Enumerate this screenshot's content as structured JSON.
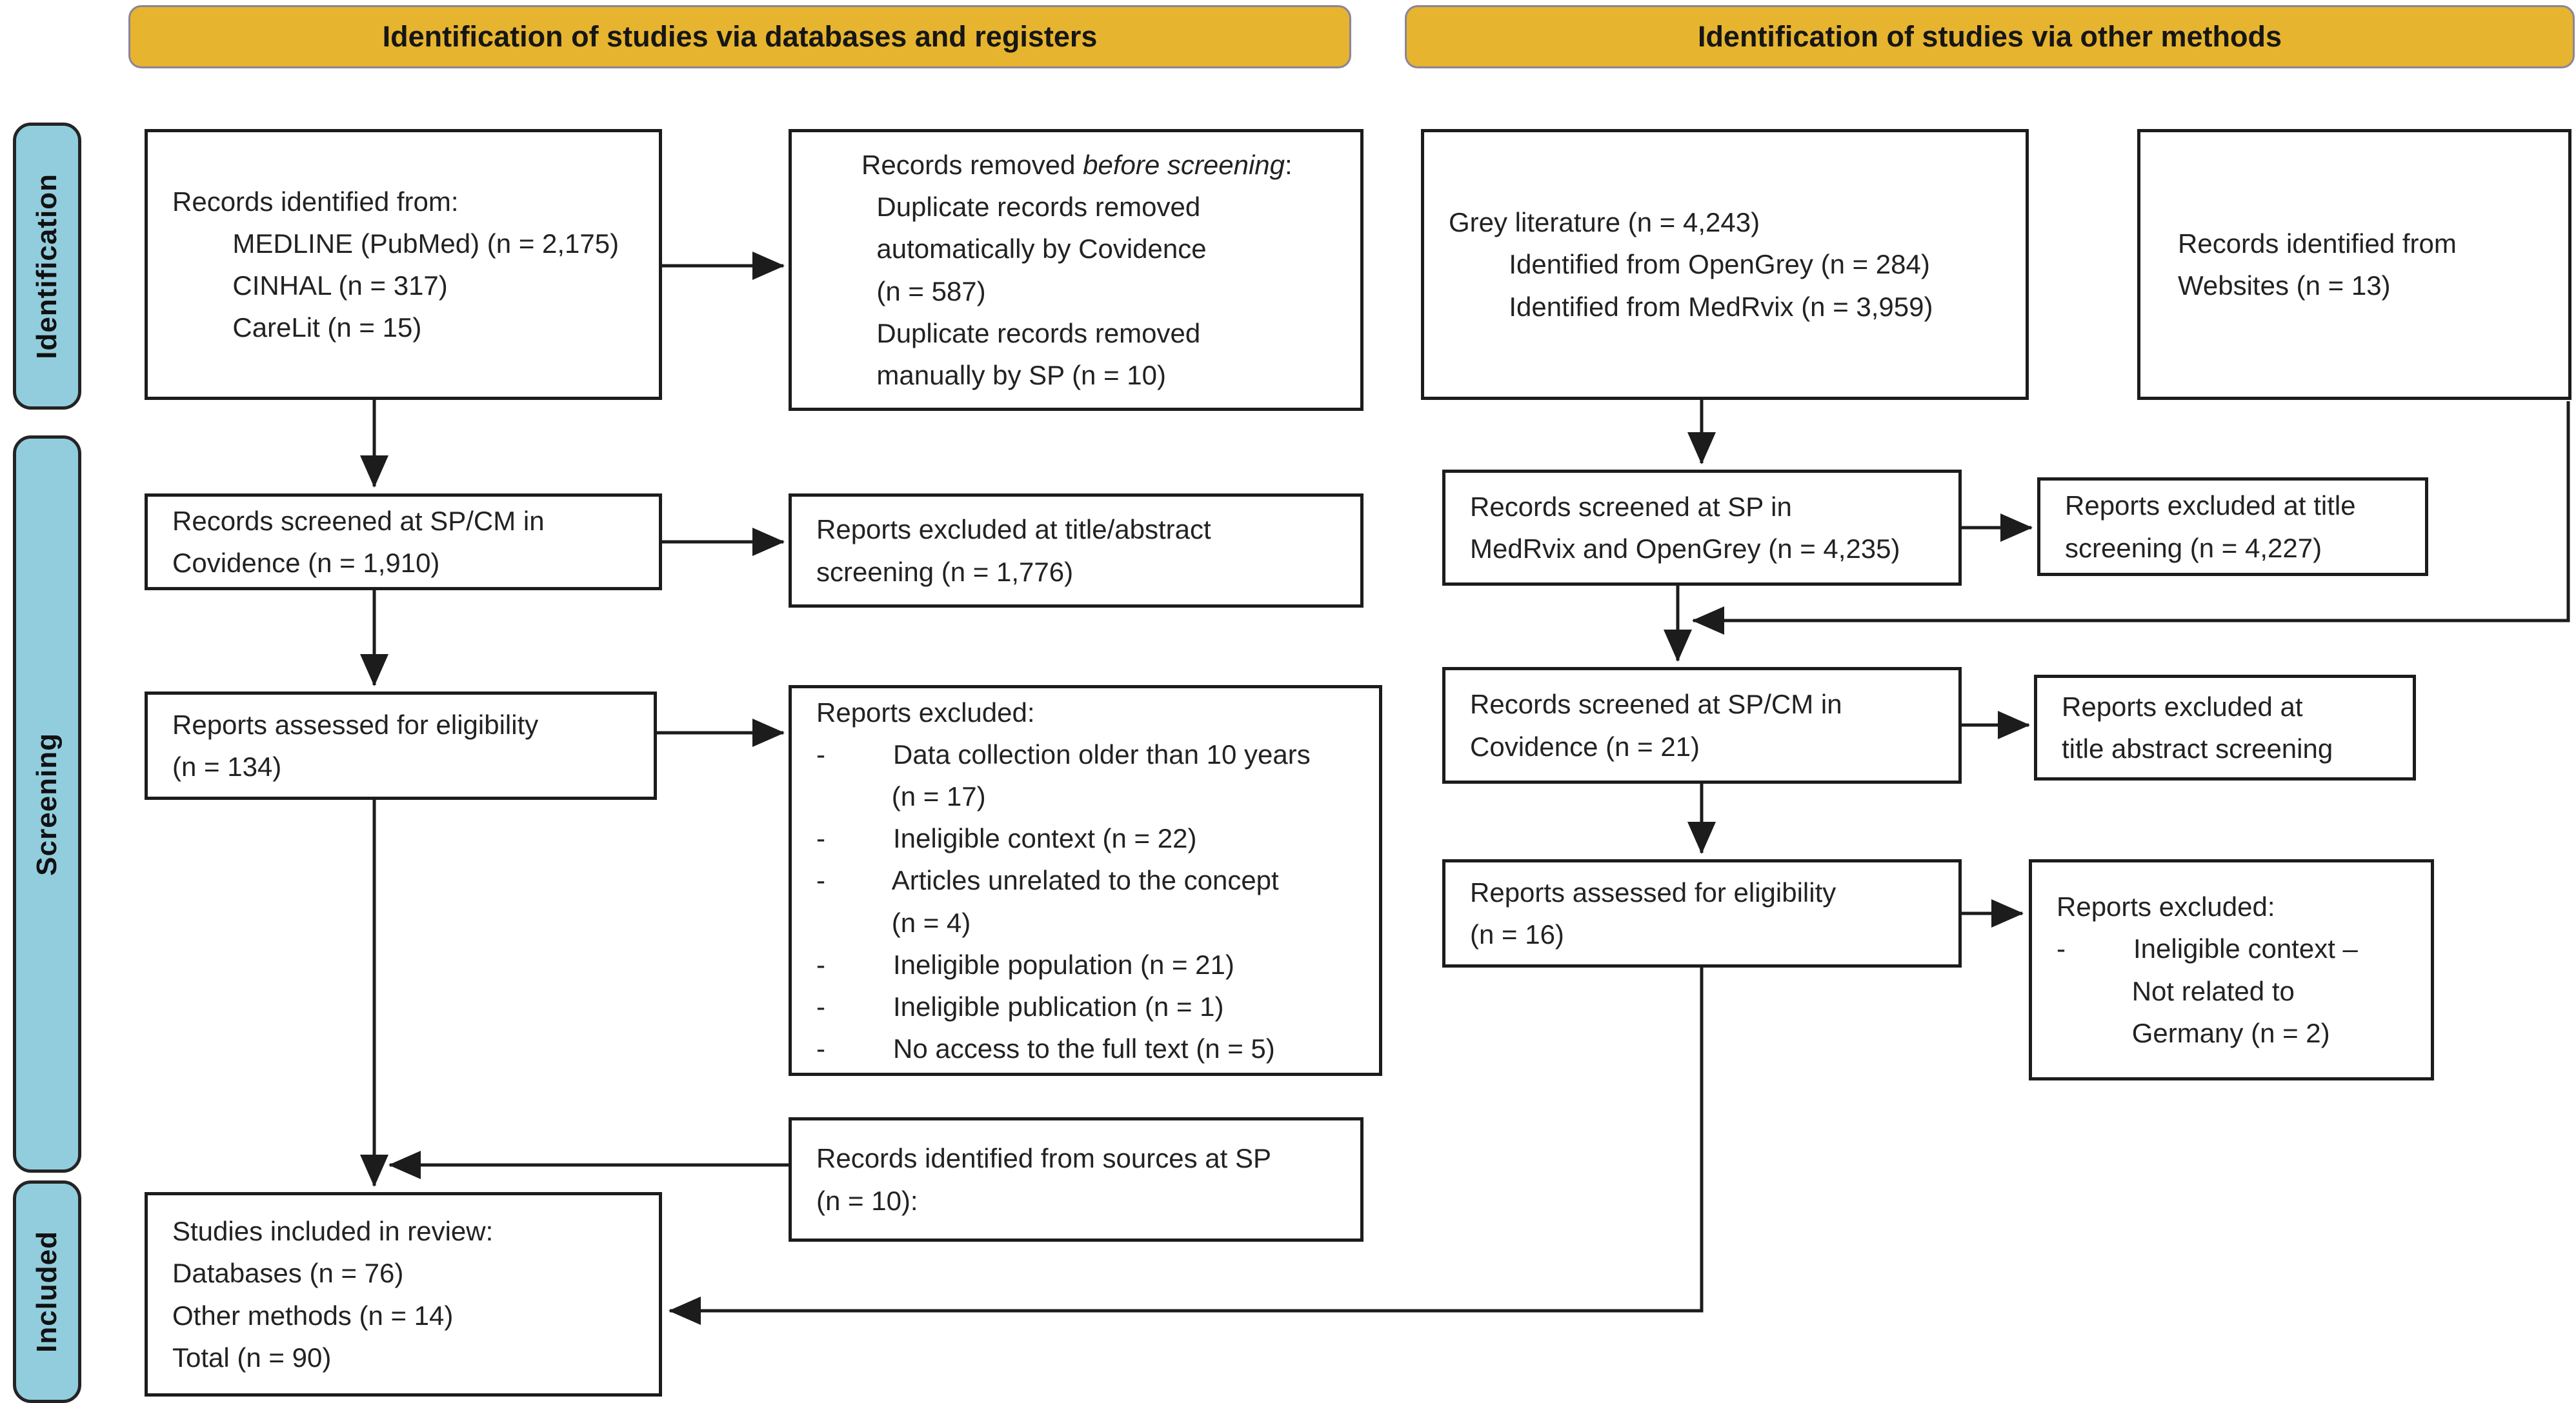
{
  "banners": {
    "left": "Identification of studies via databases and registers",
    "right": "Identification of studies via other methods"
  },
  "stages": {
    "identification": "Identification",
    "screening": "Screening",
    "included": "Included"
  },
  "boxes": {
    "db_identified": {
      "text": "Records identified from:\n        MEDLINE (PubMed) (n = 2,175)\n        CINHAL (n = 317)\n        CareLit (n = 15)"
    },
    "records_removed": {
      "prefix": "Records removed ",
      "italic": "before screening",
      "suffix": ":",
      "body": "\n        Duplicate records removed\n        automatically by Covidence\n        (n = 587)\n        Duplicate records removed\n        manually by SP (n = 10)"
    },
    "grey_literature": {
      "text": "Grey literature (n = 4,243)\n        Identified from OpenGrey (n = 284)\n        Identified from MedRvix (n = 3,959)"
    },
    "websites": {
      "text": "Records identified from\nWebsites (n = 13)"
    },
    "screened_covidence_1910": {
      "text": "Records screened at SP/CM in\nCovidence (n = 1,910)"
    },
    "excluded_title_abstract_1776": {
      "text": "Reports excluded at title/abstract\nscreening (n = 1,776)"
    },
    "assessed_134": {
      "text": "Reports assessed for eligibility\n(n = 134)"
    },
    "excluded_reasons": {
      "text": "Reports excluded:\n-         Data collection older than 10 years\n          (n = 17)\n-         Ineligible context (n = 22)\n-         Articles unrelated to the concept\n          (n = 4)\n-         Ineligible population (n = 21)\n-         Ineligible publication (n = 1)\n-         No access to the full text (n = 5)"
    },
    "screened_medrvix_opengrey": {
      "text": "Records screened at SP in\nMedRvix and OpenGrey (n = 4,235)"
    },
    "excluded_title_4227": {
      "text": "Reports excluded at title\nscreening (n = 4,227)"
    },
    "screened_covidence_21": {
      "text": "Records screened at SP/CM in\nCovidence (n = 21)"
    },
    "excluded_title_abstract_other": {
      "text": "Reports excluded at\ntitle abstract screening"
    },
    "assessed_16": {
      "text": "Reports assessed for eligibility\n(n = 16)"
    },
    "excluded_germany": {
      "text": "Reports excluded:\n-         Ineligible context –\n          Not related to\n          Germany (n = 2)"
    },
    "sources_sp_10": {
      "text": "Records identified from sources at SP\n(n = 10):"
    },
    "included_review": {
      "text": "Studies included in review:\nDatabases (n = 76)\nOther methods (n = 14)\nTotal (n = 90)"
    }
  },
  "colors": {
    "banner_fill": "#e6b42e",
    "stage_fill": "#92cdde",
    "box_border": "#1c1c1c",
    "line": "#1c1c1c"
  }
}
